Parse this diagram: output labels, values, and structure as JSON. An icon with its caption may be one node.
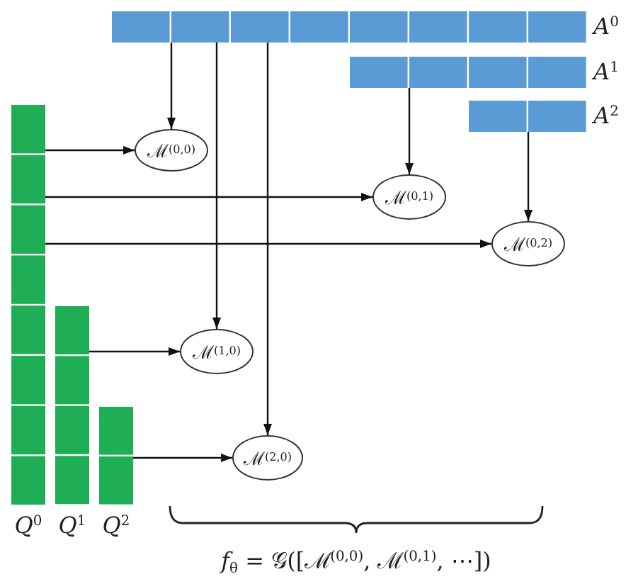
{
  "diagram": {
    "nodes": [
      {
        "text": [
          "*A*$^{0}$"
        ]
      },
      {
        "text": [
          "*A*$^{1}$"
        ]
      },
      {
        "text": [
          "*A*$^{2}$"
        ]
      },
      {
        "text": [
          "*Q*$^{0}$"
        ]
      },
      {
        "text": [
          "*Q*$^{1}$"
        ]
      },
      {
        "text": [
          "*Q*$^{2}$"
        ]
      },
      {
        "text": [
          "ℳ$^{(0,0)}$"
        ]
      },
      {
        "text": [
          "ℳ$^{(0,1)}$"
        ]
      },
      {
        "text": [
          "ℳ$^{(0,2)}$"
        ]
      },
      {
        "text": [
          "ℳ$^{(1,0)}$"
        ]
      },
      {
        "text": [
          "ℳ$^{(2,0)}$"
        ]
      }
    ],
    "edges": [
      {
        "from": 0,
        "to": 6,
        "arrow": "to"
      },
      {
        "from": 3,
        "to": 6,
        "arrow": "to"
      },
      {
        "from": 1,
        "to": 7,
        "arrow": "to"
      },
      {
        "from": 3,
        "to": 7,
        "arrow": "to"
      },
      {
        "from": 2,
        "to": 8,
        "arrow": "to"
      },
      {
        "from": 3,
        "to": 8,
        "arrow": "to"
      },
      {
        "from": 0,
        "to": 9,
        "arrow": "to"
      },
      {
        "from": 4,
        "to": 9,
        "arrow": "to"
      },
      {
        "from": 0,
        "to": 10,
        "arrow": "to"
      },
      {
        "from": 5,
        "to": 10,
        "arrow": "to"
      }
    ],
    "labels": [
      "*f*$_{θ}$ = 𝒢([ℳ$^{(0,0)}$, ℳ$^{(0,1)}$, ⋯])"
    ]
  }
}
